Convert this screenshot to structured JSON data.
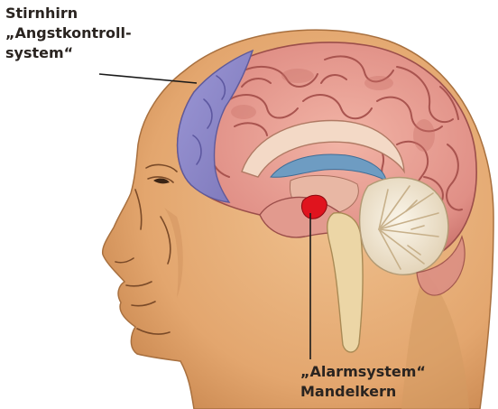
{
  "labels": {
    "frontal": {
      "line1": "Stirnhirn",
      "line2": "„Angstkontroll-",
      "line3": "system“"
    },
    "amygdala": {
      "line1": "„Alarmsystem“",
      "line2": "Mandelkern"
    }
  },
  "colors": {
    "skin": "#e8b27c",
    "skin_shadow": "#c98a57",
    "cortex": "#e4978c",
    "cortex_shadow": "#b8605c",
    "frontal_lobe": "#8c88c8",
    "amygdala": "#e0141e",
    "cerebellum": "#f1e8d6",
    "brainstem": "#e9d2a2",
    "ventricle": "#5f8fb8"
  }
}
